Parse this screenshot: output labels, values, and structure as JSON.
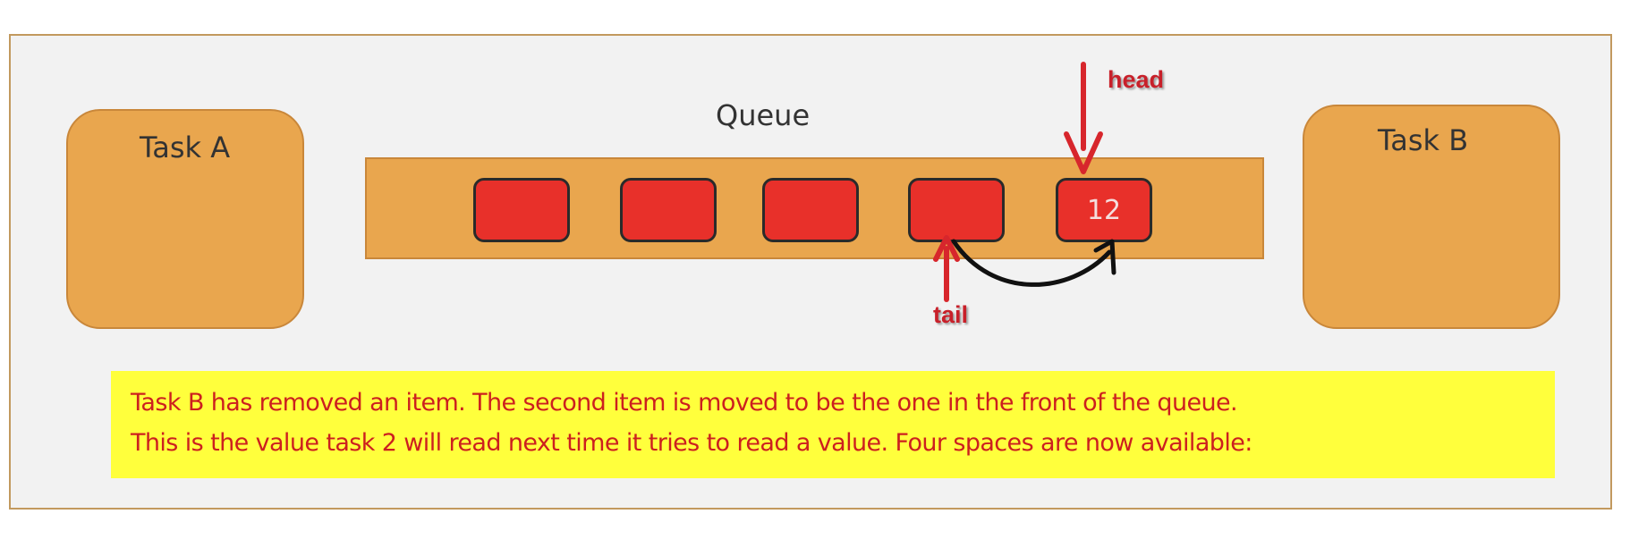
{
  "task_a": {
    "label": "Task A"
  },
  "task_b": {
    "label": "Task B"
  },
  "queue": {
    "title": "Queue",
    "slots": [
      {
        "value": ""
      },
      {
        "value": ""
      },
      {
        "value": ""
      },
      {
        "value": ""
      },
      {
        "value": "12"
      }
    ]
  },
  "pointers": {
    "head": "head",
    "tail": "tail"
  },
  "note": {
    "lines": [
      "Task B has removed an item. The second item is moved to be the one in the front of the queue.",
      "This is the value task 2 will read next time it tries to read a value. Four spaces are now available:"
    ]
  },
  "colors": {
    "task_box": "#e9a64e",
    "slot": "#e8302a",
    "pointer": "#c8202a",
    "note_background": "#ffff3c",
    "note_text": "#cc1f1f"
  }
}
